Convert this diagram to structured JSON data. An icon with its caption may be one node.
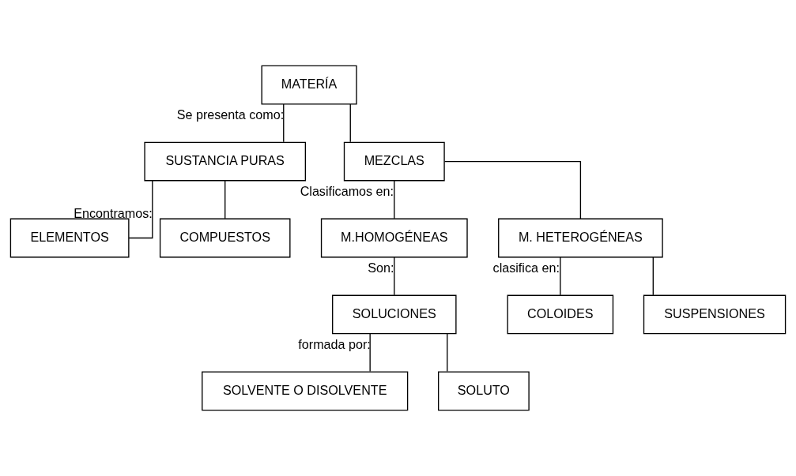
{
  "diagram": {
    "nodes": [
      {
        "text": [
          "MATERÍA"
        ]
      },
      {
        "text": [
          "SUSTANCIA PURAS"
        ]
      },
      {
        "text": [
          "MEZCLAS"
        ]
      },
      {
        "text": [
          "ELEMENTOS"
        ]
      },
      {
        "text": [
          "COMPUESTOS"
        ]
      },
      {
        "text": [
          "M.HOMOGÉNEAS"
        ]
      },
      {
        "text": [
          "M. HETEROGÉNEAS"
        ]
      },
      {
        "text": [
          "SOLUCIONES"
        ]
      },
      {
        "text": [
          "COLOIDES"
        ]
      },
      {
        "text": [
          "SUSPENSIONES"
        ]
      },
      {
        "text": [
          "SOLVENTE O DISOLVENTE"
        ]
      },
      {
        "text": [
          "SOLUTO"
        ]
      }
    ],
    "edges": [
      {
        "from": 0,
        "to": 1,
        "arrow": "none",
        "label": "Se presenta como:"
      },
      {
        "from": 0,
        "to": 2,
        "arrow": "none"
      },
      {
        "from": 1,
        "to": 3,
        "arrow": "none",
        "label": "Encontramos:"
      },
      {
        "from": 1,
        "to": 4,
        "arrow": "none"
      },
      {
        "from": 2,
        "to": 5,
        "arrow": "none",
        "label": "Clasificamos en:"
      },
      {
        "from": 2,
        "to": 6,
        "arrow": "none"
      },
      {
        "from": 5,
        "to": 7,
        "arrow": "none",
        "label": "Son:"
      },
      {
        "from": 6,
        "to": 8,
        "arrow": "none",
        "label": "clasifica en:"
      },
      {
        "from": 6,
        "to": 9,
        "arrow": "none"
      },
      {
        "from": 7,
        "to": 10,
        "arrow": "none",
        "label": "formada por:"
      },
      {
        "from": 7,
        "to": 11,
        "arrow": "none"
      }
    ]
  }
}
